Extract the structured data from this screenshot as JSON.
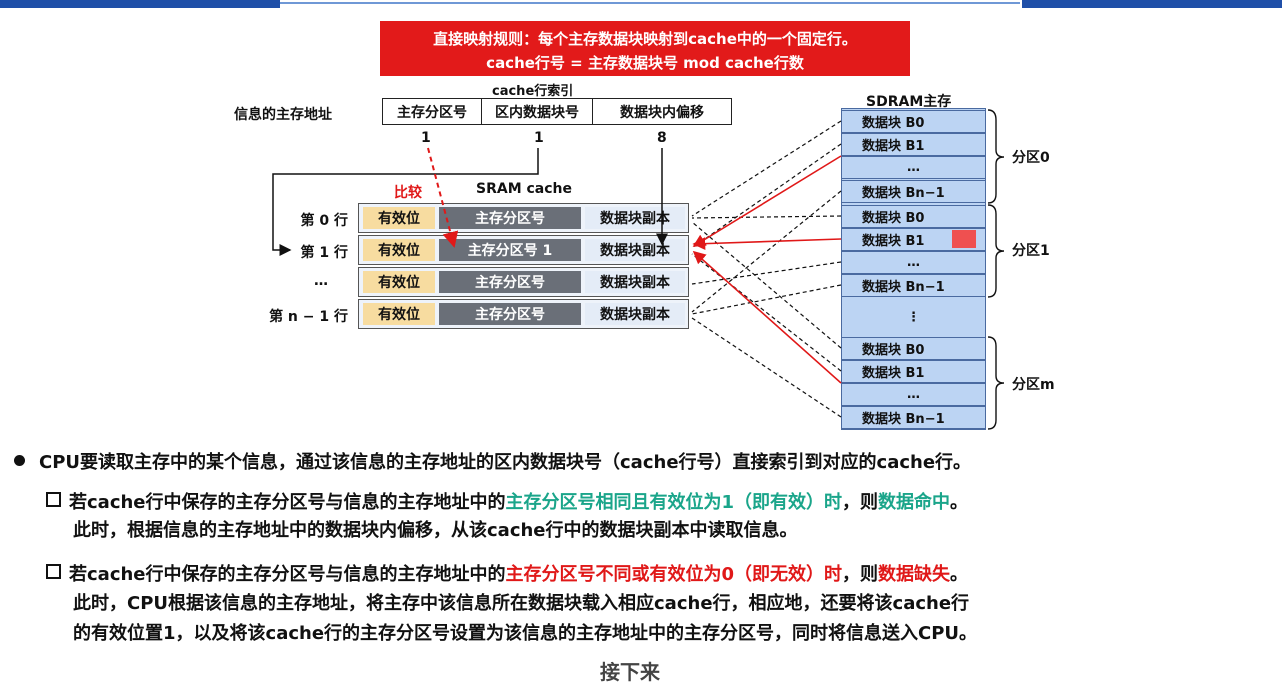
{
  "rule_box": {
    "line1": "直接映射规则：每个主存数据块映射到cache中的一个固定行。",
    "line2": "cache行号 = 主存数据块号 mod cache行数"
  },
  "address": {
    "title": "信息的主存地址",
    "index_label": "cache行索引",
    "fields": [
      "主存分区号",
      "区内数据块号",
      "数据块内偏移"
    ],
    "bit_values": [
      "1",
      "1",
      "8"
    ]
  },
  "compare_label": "比较",
  "cache": {
    "title": "SRAM cache",
    "rows": [
      {
        "label": "第 0 行",
        "valid": "有效位",
        "tag": "主存分区号",
        "data": "数据块副本"
      },
      {
        "label": "第 1 行",
        "valid": "有效位",
        "tag": "主存分区号 1",
        "data": "数据块副本"
      },
      {
        "label": "…",
        "valid": "有效位",
        "tag": "主存分区号",
        "data": "数据块副本"
      },
      {
        "label": "第 n − 1 行",
        "valid": "有效位",
        "tag": "主存分区号",
        "data": "数据块副本"
      }
    ]
  },
  "memory": {
    "title": "SDRAM主存",
    "partitions": [
      {
        "name": "分区0",
        "blocks": [
          "数据块 B0",
          "数据块 B1",
          "…",
          "数据块 Bn−1"
        ]
      },
      {
        "name": "分区1",
        "blocks": [
          "数据块 B0",
          "数据块 B1",
          "…",
          "数据块 Bn−1"
        ]
      },
      {
        "name": "",
        "blocks": [
          "⋮"
        ]
      },
      {
        "name": "分区m",
        "blocks": [
          "数据块 B0",
          "数据块 B1",
          "…",
          "数据块 Bn−1"
        ]
      }
    ]
  },
  "colors": {
    "rule_red": "#e21a1a",
    "hit_green": "#1aa58a",
    "miss_red": "#e01818",
    "memory_blue": "#bcd4f3"
  },
  "text": {
    "b1": "CPU要读取主存中的某个信息，通过该信息的主存地址的区内数据块号（cache行号）直接索引到对应的cache行。",
    "b2_pre": "若cache行中保存的主存分区号与信息的主存地址中的",
    "b2_green": "主存分区号相同且有效位为1（即有效）时",
    "b2_mid": "，则",
    "b2_green2": "数据命中",
    "b2_end": "。",
    "b2_line2": "此时，根据信息的主存地址中的数据块内偏移，从该cache行中的数据块副本中读取信息。",
    "b3_pre": "若cache行中保存的主存分区号与信息的主存地址中的",
    "b3_red": "主存分区号不同或有效位为0（即无效）时",
    "b3_mid": "，则",
    "b3_red2": "数据缺失",
    "b3_end": "。",
    "b3_line2": "此时，CPU根据该信息的主存地址，将主存中该信息所在数据块载入相应cache行，相应地，还要将该cache行",
    "b3_line3": "的有效位置1，以及将该cache行的主存分区号设置为该信息的主存地址中的主存分区号，同时将信息送入CPU。",
    "footer": "接下来"
  }
}
